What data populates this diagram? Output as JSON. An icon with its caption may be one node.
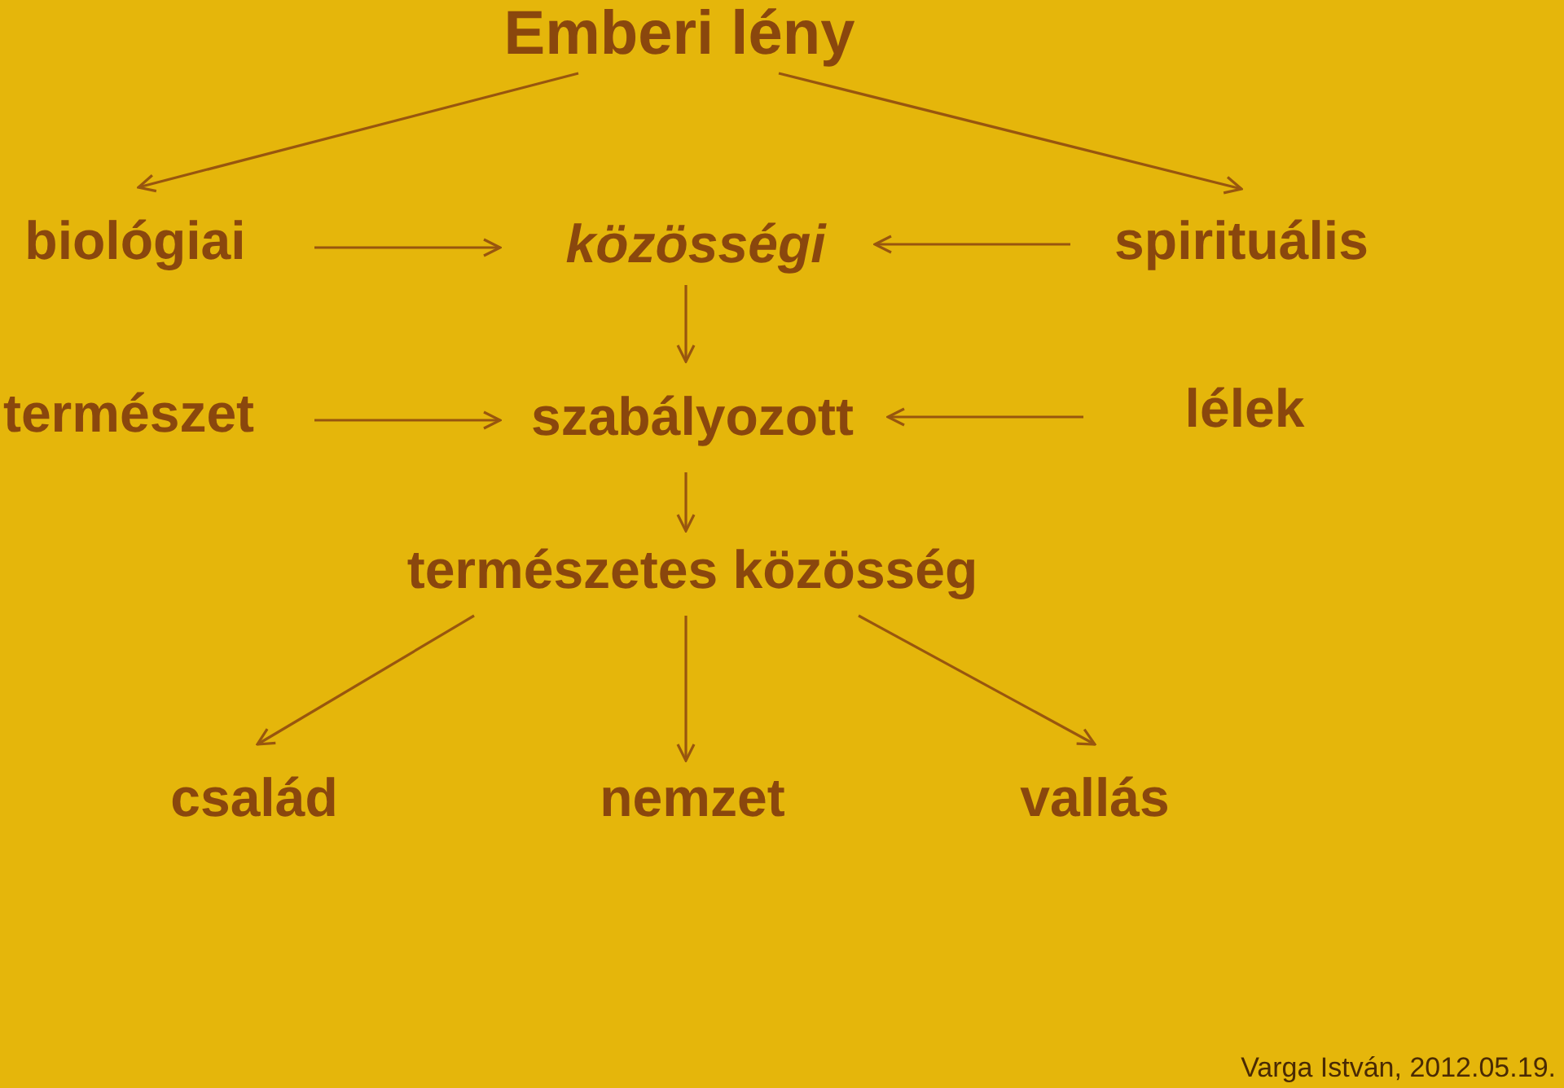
{
  "diagram": {
    "nodes": [
      {
        "text": [
          "Emberi lény"
        ]
      },
      {
        "text": [
          "biológiai"
        ]
      },
      {
        "text": [
          "közösségi"
        ]
      },
      {
        "text": [
          "spirituális"
        ]
      },
      {
        "text": [
          "természet"
        ]
      },
      {
        "text": [
          "szabályozott"
        ]
      },
      {
        "text": [
          "lélek"
        ]
      },
      {
        "text": [
          "természetes közösség"
        ]
      },
      {
        "text": [
          "család"
        ]
      },
      {
        "text": [
          "nemzet"
        ]
      },
      {
        "text": [
          "vallás"
        ]
      }
    ],
    "edges": [
      {
        "from": 0,
        "to": 1,
        "arrow": "to"
      },
      {
        "from": 0,
        "to": 3,
        "arrow": "to"
      },
      {
        "from": 1,
        "to": 2,
        "arrow": "to"
      },
      {
        "from": 3,
        "to": 2,
        "arrow": "to"
      },
      {
        "from": 2,
        "to": 5,
        "arrow": "to"
      },
      {
        "from": 4,
        "to": 5,
        "arrow": "to"
      },
      {
        "from": 6,
        "to": 5,
        "arrow": "to"
      },
      {
        "from": 5,
        "to": 7,
        "arrow": "to"
      },
      {
        "from": 7,
        "to": 8,
        "arrow": "to"
      },
      {
        "from": 7,
        "to": 9,
        "arrow": "to"
      },
      {
        "from": 7,
        "to": 10,
        "arrow": "to"
      }
    ],
    "labels": [
      "Varga István, 2012.05.19."
    ]
  }
}
